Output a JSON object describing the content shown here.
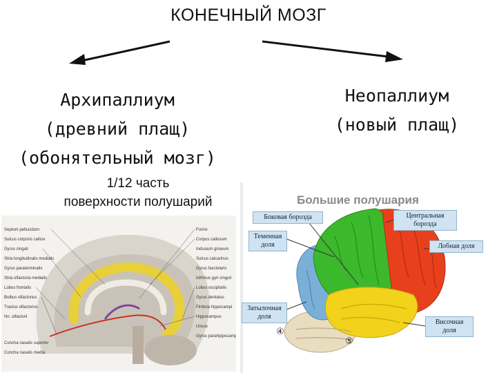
{
  "title": "КОНЕЧНЫЙ МОЗГ",
  "left_block": {
    "line1": "Архипаллиум",
    "line2": "(древний плащ)",
    "line3": "(обонятельный мозг)",
    "fraction_line1": "1/12 часть",
    "fraction_line2": "поверхности полушарий"
  },
  "right_block": {
    "line1": "Неопаллиум",
    "line2": "(новый плащ)"
  },
  "medial_figure": {
    "labels_left": [
      "Septum pellucidum",
      "Sulcus corporis callosi",
      "Gyrus cinguli",
      "Stria longitudinalis medialis",
      "Gyrus paraterminalis",
      "Stria olfactoria medialis",
      "Lobus frontalis",
      "Bulbus olfactorius",
      "Tractus olfactorius",
      "Nn. olfactorii",
      "Concha nasalis superior",
      "Concha nasalis media"
    ],
    "labels_right": [
      "Fornix",
      "Corpus callosum",
      "Indusium griseum",
      "Sulcus calcarinus",
      "Gyrus fasciolaris",
      "Isthmus gyri cinguli",
      "Lobus occipitalis",
      "Gyrus dentatus",
      "Fimbria hippocampi",
      "Hippocampus",
      "Uncus",
      "Gyrus parahippocampalis"
    ]
  },
  "lateral_figure": {
    "heading": "Большие полушария",
    "boxes": {
      "lateral_sulcus": "Боковая борозда",
      "central_sulcus": "Центральная борозда",
      "parietal_lobe": "Теменная доля",
      "frontal_lobe": "Лобная доля",
      "occipital_lobe": "Затылочная доля",
      "temporal_lobe": "Височная доля"
    },
    "markers": [
      "④",
      "⑤"
    ],
    "colors": {
      "frontal": "#e8401c",
      "parietal": "#3cb82c",
      "temporal": "#f2d21a",
      "occipital": "#7ab0d8",
      "cerebellum": "#e9ddc0"
    }
  }
}
